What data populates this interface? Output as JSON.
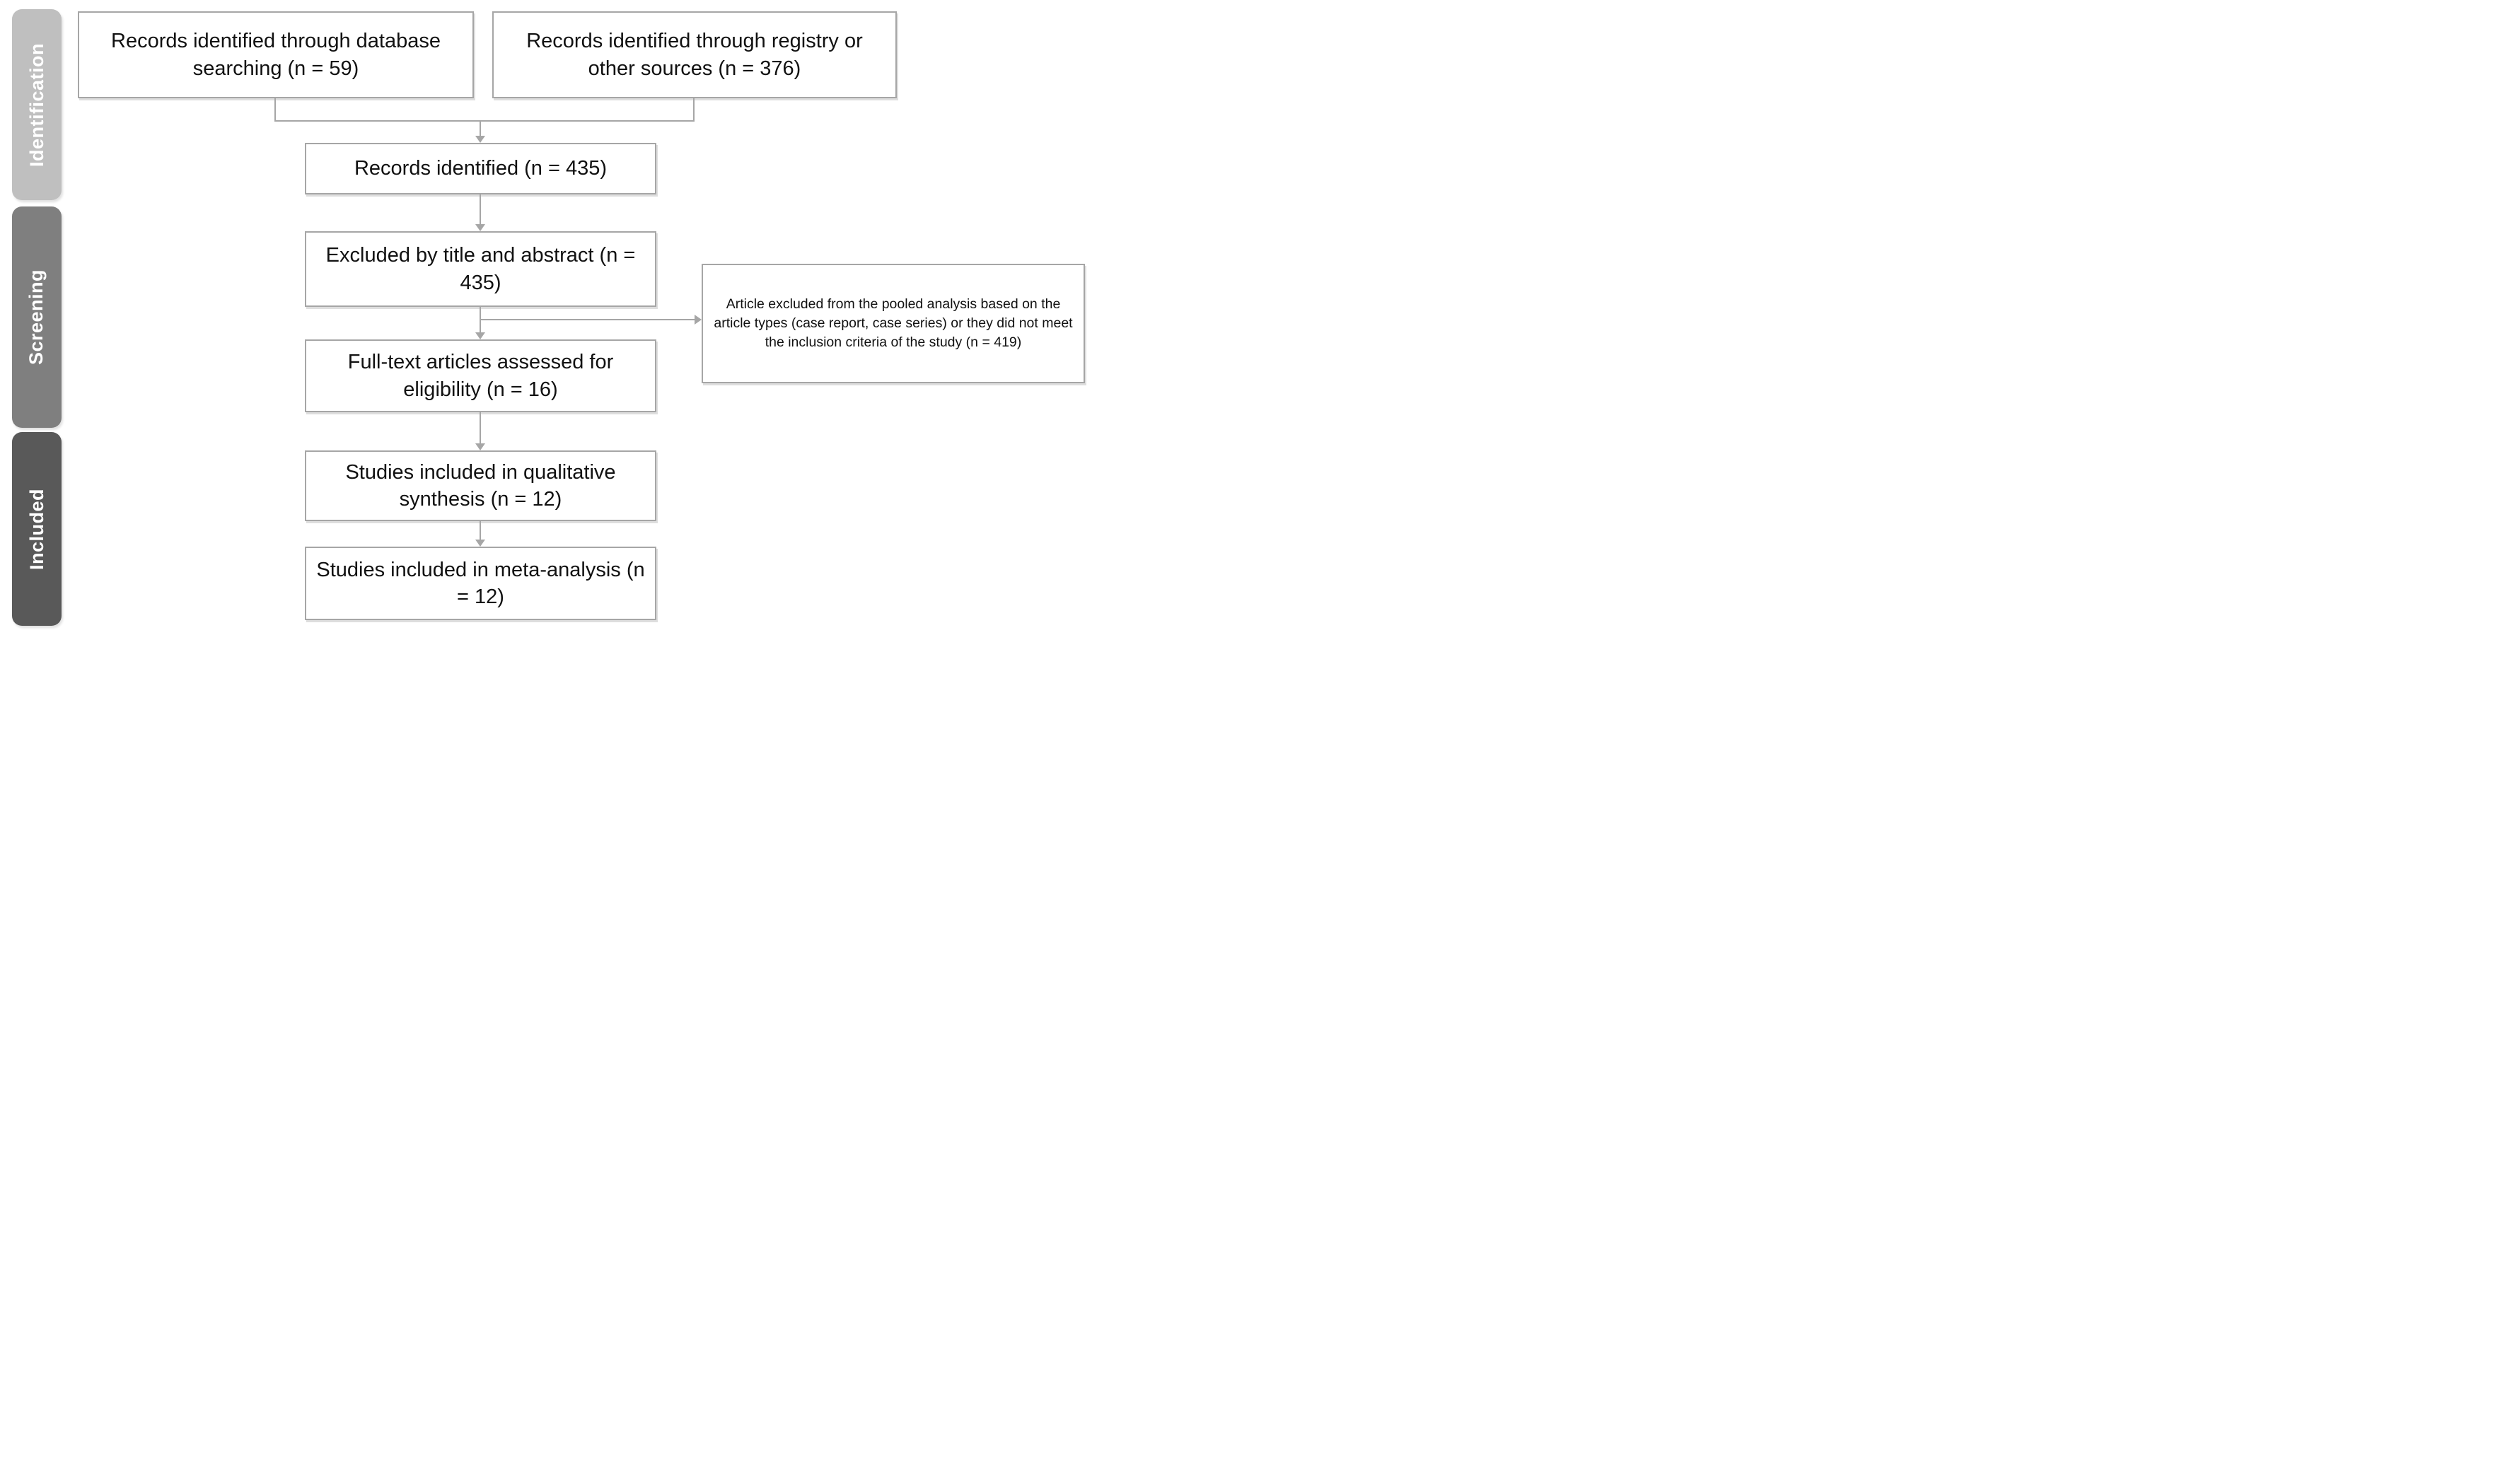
{
  "diagram": {
    "type": "prisma-flow-diagram",
    "stages": [
      {
        "id": "identification",
        "label": "Identification",
        "color": "#bfbfbf"
      },
      {
        "id": "screening",
        "label": "Screening",
        "color": "#7f7f7f"
      },
      {
        "id": "included",
        "label": "Included",
        "color": "#595959"
      }
    ],
    "boxes": {
      "database": "Records identified through database searching (n = 59)",
      "registry": "Records identified through registry or other sources (n = 376)",
      "identified": "Records identified (n = 435)",
      "excluded": "Excluded by title and abstract (n = 435)",
      "fulltext": "Full-text articles assessed for eligibility (n = 16)",
      "qualitative": "Studies included in qualitative synthesis (n = 12)",
      "meta": "Studies included in meta-analysis (n = 12)",
      "side_note": "Article excluded from the pooled analysis based on the article types (case report, case series) or they did not meet the inclusion criteria of the study (n = 419)"
    },
    "counts": {
      "database_searching": 59,
      "registry_other_sources": 376,
      "records_identified": 435,
      "excluded_title_abstract": 435,
      "excluded_pooled_analysis": 419,
      "fulltext_assessed": 16,
      "qualitative_synthesis": 12,
      "meta_analysis": 12
    },
    "colors": {
      "box_border": "#a6a6a6",
      "connector": "#a6a6a6",
      "box_fill": "#ffffff",
      "text": "#111111",
      "band_text": "#ffffff"
    }
  }
}
